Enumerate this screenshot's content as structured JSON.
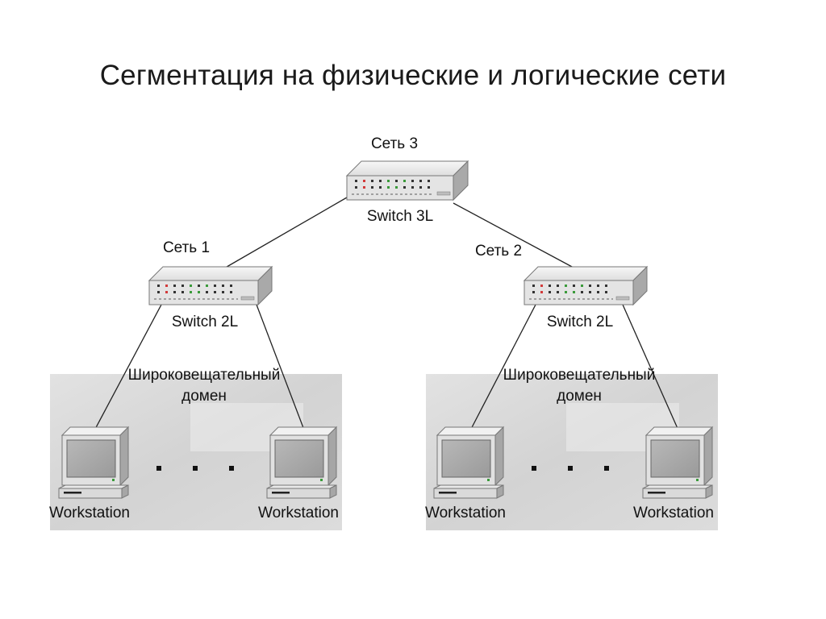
{
  "title": "Сегментация на физические и логические сети",
  "core": {
    "network_label": "Сеть 3",
    "device_label": "Switch 3L",
    "icon": "network-switch-icon"
  },
  "segments": [
    {
      "network_label": "Сеть 1",
      "switch_label": "Switch 2L",
      "domain_label_line1": "Широковещательный",
      "domain_label_line2": "домен",
      "workstations": [
        "Workstation",
        "Workstation"
      ],
      "ellipsis": "· · ·"
    },
    {
      "network_label": "Сеть 2",
      "switch_label": "Switch 2L",
      "domain_label_line1": "Широковещательный",
      "domain_label_line2": "домен",
      "workstations": [
        "Workstation",
        "Workstation"
      ],
      "ellipsis": "· · ·"
    }
  ],
  "colors": {
    "domain_fill": "#d9d9d9",
    "switch_body": "#e6e6e6",
    "led_red": "#d23a3a",
    "led_green": "#3a9a3a",
    "led_dark": "#333333",
    "line": "#222222"
  }
}
